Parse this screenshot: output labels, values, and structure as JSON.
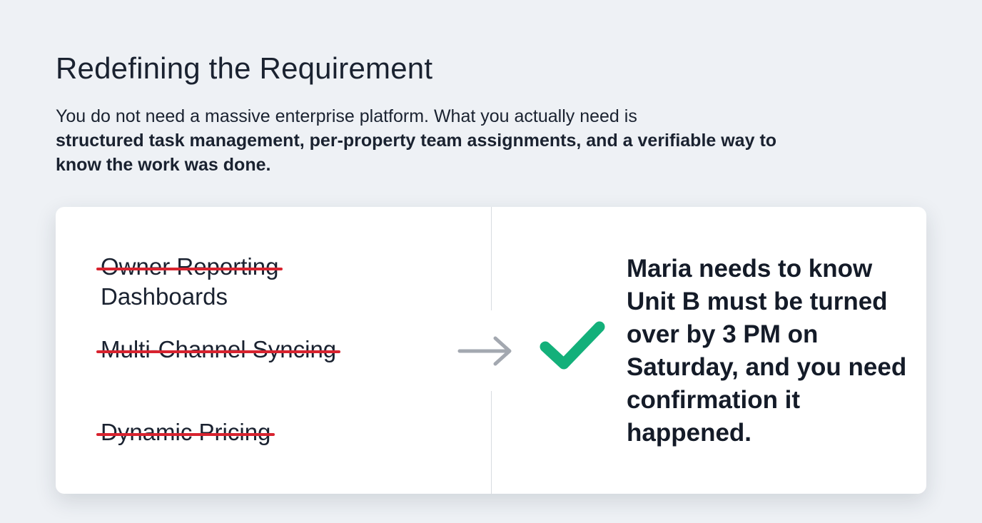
{
  "header": {
    "title": "Redefining the Requirement",
    "intro_plain": "You do not need a massive enterprise platform. What you actually need is",
    "intro_bold": "structured task management, per-property team assignments, and a verifiable way to know the work was done."
  },
  "comparison": {
    "crossed_out": [
      {
        "label": "Owner Reporting",
        "continuation": "Dashboards"
      },
      {
        "label": "Multi-Channel Syncing"
      },
      {
        "label": "Dynamic Pricing"
      }
    ],
    "arrow_icon": "arrow-right-icon",
    "check_icon": "checkmark-icon",
    "statement": "Maria needs to know Unit B must be turned over by 3 PM on Saturday, and you need confirmation it happened.",
    "colors": {
      "strike": "#d8232f",
      "check": "#13b07a",
      "arrow": "#a3a8b0"
    }
  }
}
